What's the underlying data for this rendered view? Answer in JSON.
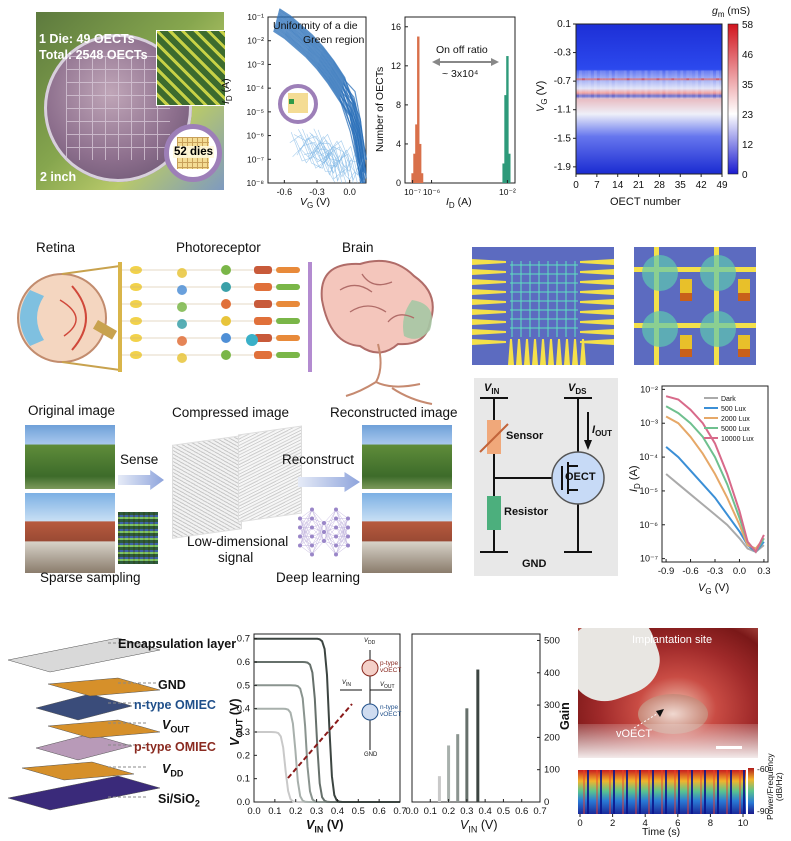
{
  "panel_a": {
    "wafer": {
      "line1": "1 Die: 49 OECTs",
      "line2": "Total: 2548 OECTs",
      "size": "2 inch",
      "dies": "52 dies"
    },
    "transfer": {
      "title1": "Uniformity of a die",
      "title2": "Green region",
      "xlabel": "V",
      "xsub": "G",
      "xunit": " (V)",
      "ylabel": "I",
      "ysub": "D",
      "yunit": " (A)",
      "xticks": [
        "-0.6",
        "-0.3",
        "0.0"
      ],
      "yticks": [
        "10⁻¹",
        "10⁻²",
        "10⁻³",
        "10⁻⁴",
        "10⁻⁵",
        "10⁻⁶",
        "10⁻⁷",
        "10⁻⁸"
      ]
    },
    "histogram": {
      "ylabel": "Number of OECTs",
      "xlabel": "I",
      "xsub": "D",
      "xunit": " (A)",
      "annot1": "On off ratio",
      "annot2": "~ 3x10⁴",
      "xticks": [
        "10⁻⁷",
        "10⁻⁶",
        "10⁻²"
      ],
      "yticks": [
        "0",
        "4",
        "8",
        "12",
        "16"
      ]
    },
    "heatmap": {
      "ylabel": "V",
      "ysub": "G",
      "yunit": " (V)",
      "xlabel": "OECT number",
      "cbar_title": "g",
      "cbar_sub": "m",
      "cbar_unit": " (mS)",
      "xticks": [
        "0",
        "7",
        "14",
        "21",
        "28",
        "35",
        "42",
        "49"
      ],
      "yticks": [
        "0.1",
        "-0.3",
        "-0.7",
        "-1.1",
        "-1.5",
        "-1.9"
      ],
      "cbar_ticks": [
        "58",
        "46",
        "35",
        "23",
        "12",
        "0"
      ]
    }
  },
  "panel_b": {
    "labels": {
      "retina": "Retina",
      "photoreceptor": "Photoreceptor",
      "brain": "Brain",
      "original": "Original image",
      "compressed": "Compressed image",
      "reconstructed": "Reconstructed image",
      "sense": "Sense",
      "reconstruct": "Reconstruct",
      "lowdim1": "Low-dimensional",
      "lowdim2": "signal",
      "sparse": "Sparse sampling",
      "deep": "Deep learning"
    },
    "circuit": {
      "vin": "V",
      "vin_sub": "IN",
      "vds": "V",
      "vds_sub": "DS",
      "iout": "I",
      "iout_sub": "OUT",
      "sensor": "Sensor",
      "oect": "OECT",
      "resistor": "Resistor",
      "gnd": "GND"
    },
    "light": {
      "xlabel": "V",
      "xsub": "G",
      "xunit": " (V)",
      "ylabel": "I",
      "ysub": "D",
      "yunit": " (A)",
      "xticks": [
        "-0.9",
        "-0.6",
        "-0.3",
        "0.0",
        "0.3"
      ],
      "yticks": [
        "10⁻²",
        "10⁻³",
        "10⁻⁴",
        "10⁻⁵",
        "10⁻⁶",
        "10⁻⁷"
      ],
      "legend": [
        "Dark",
        "500 Lux",
        "2000 Lux",
        "5000 Lux",
        "10000 Lux"
      ],
      "colors": [
        "#aaaaaa",
        "#3b8fd6",
        "#e6a868",
        "#6fc08f",
        "#d86a8a"
      ]
    }
  },
  "panel_c": {
    "stack": {
      "encap": "Encapsulation layer",
      "gnd": "GND",
      "ntype": "n-type OMIEC",
      "vout": "V",
      "vout_sub": "OUT",
      "ptype": "p-type OMIEC",
      "vdd": "V",
      "vdd_sub": "DD",
      "substrate": "Si/SiO",
      "substrate_sub": "2"
    },
    "inverter": {
      "ylabel": "V",
      "ysub": "OUT",
      "yunit": " (V)",
      "xlabel": "V",
      "xsub": "IN",
      "xunit": " (V)",
      "xticks": [
        "0.0",
        "0.1",
        "0.2",
        "0.3",
        "0.4",
        "0.5",
        "0.6",
        "0.7"
      ],
      "yticks": [
        "0.0",
        "0.1",
        "0.2",
        "0.3",
        "0.4",
        "0.5",
        "0.6",
        "0.7"
      ],
      "inset": {
        "vdd": "V",
        "vdd_sub": "DD",
        "ptype": "p-type",
        "ptype2": "vOECT",
        "ntype": "n-type",
        "ntype2": "vOECT",
        "vin": "V",
        "vin_sub": "IN",
        "vout": "V",
        "vout_sub": "OUT",
        "gnd": "GND"
      }
    },
    "gain": {
      "ylabel": "Gain",
      "xlabel": "V",
      "xsub": "IN",
      "xunit": " (V)",
      "xticks": [
        "0.0",
        "0.1",
        "0.2",
        "0.3",
        "0.4",
        "0.5",
        "0.6",
        "0.7"
      ],
      "yticks": [
        "0",
        "100",
        "200",
        "300",
        "400",
        "500"
      ]
    },
    "photo": {
      "site": "Implantation site",
      "voect": "vOECT"
    },
    "spectrogram": {
      "xlabel": "Time (s)",
      "xticks": [
        "0",
        "2",
        "4",
        "6",
        "8",
        "10"
      ],
      "cbar_title1": "Power/Frequency",
      "cbar_title2": "(dB/Hz)",
      "cbar_ticks": [
        "-60",
        "-90"
      ]
    }
  },
  "chart_data": [
    {
      "type": "line",
      "id": "transfer-die",
      "x": [
        -0.7,
        -0.6,
        -0.5,
        -0.4,
        -0.3,
        -0.2,
        -0.1,
        0.0,
        0.05,
        0.1
      ],
      "series": [
        {
          "values_log10": [
            -1.1,
            -1.4,
            -1.8,
            -2.2,
            -2.7,
            -3.3,
            -4.0,
            -5.0,
            -6.0,
            -7.8
          ]
        }
      ],
      "xlim": [
        -0.75,
        0.15
      ],
      "ylim_log10": [
        -8,
        -1
      ]
    },
    {
      "type": "bar",
      "id": "onoff-histogram",
      "x_log10": [
        -7.0,
        -6.9,
        -6.8,
        -6.7,
        -6.6,
        -6.5,
        -2.2,
        -2.1,
        -2.0,
        -1.9
      ],
      "series": [
        {
          "name": "off",
          "values": [
            1,
            3,
            6,
            15,
            4,
            1,
            0,
            0,
            0,
            0
          ]
        },
        {
          "name": "on",
          "values": [
            0,
            0,
            0,
            0,
            0,
            0,
            2,
            9,
            13,
            3
          ]
        }
      ],
      "ylim": [
        0,
        17
      ]
    },
    {
      "type": "heatmap",
      "id": "gm-map",
      "xlim": [
        0,
        49
      ],
      "ylim": [
        -2.0,
        0.1
      ],
      "zlim": [
        0,
        58
      ],
      "peak_vg": -0.7
    },
    {
      "type": "line",
      "id": "light-response",
      "x": [
        -0.9,
        -0.75,
        -0.6,
        -0.45,
        -0.3,
        -0.15,
        0.0,
        0.1,
        0.2,
        0.3
      ],
      "series": [
        {
          "name": "Dark",
          "values_log10": [
            -4.5,
            -4.8,
            -5.1,
            -5.4,
            -5.7,
            -6.0,
            -6.4,
            -6.7,
            -6.8,
            -6.6
          ]
        },
        {
          "name": "500 Lux",
          "values_log10": [
            -3.7,
            -4.0,
            -4.4,
            -4.8,
            -5.2,
            -5.7,
            -6.2,
            -6.6,
            -6.8,
            -6.5
          ]
        },
        {
          "name": "2000 Lux",
          "values_log10": [
            -2.8,
            -3.0,
            -3.4,
            -3.9,
            -4.5,
            -5.2,
            -6.0,
            -6.6,
            -6.7,
            -6.4
          ]
        },
        {
          "name": "5000 Lux",
          "values_log10": [
            -2.5,
            -2.7,
            -3.0,
            -3.4,
            -4.0,
            -4.8,
            -5.8,
            -6.5,
            -6.8,
            -6.4
          ]
        },
        {
          "name": "10000 Lux",
          "values_log10": [
            -2.2,
            -2.3,
            -2.6,
            -3.0,
            -3.6,
            -4.5,
            -5.6,
            -6.5,
            -6.8,
            -6.3
          ]
        }
      ],
      "xlim": [
        -0.95,
        0.35
      ],
      "ylim_log10": [
        -7.1,
        -1.9
      ]
    },
    {
      "type": "line",
      "id": "inverter-vtc",
      "x_label": "VIN (V)",
      "series": [
        {
          "vdd": 0.3,
          "vm": 0.15
        },
        {
          "vdd": 0.4,
          "vm": 0.2
        },
        {
          "vdd": 0.5,
          "vm": 0.25
        },
        {
          "vdd": 0.6,
          "vm": 0.3
        },
        {
          "vdd": 0.7,
          "vm": 0.36
        }
      ],
      "xlim": [
        0,
        0.7
      ],
      "ylim": [
        0,
        0.72
      ]
    },
    {
      "type": "bar",
      "id": "inverter-gain",
      "x": [
        0.15,
        0.2,
        0.25,
        0.3,
        0.36
      ],
      "values": [
        80,
        175,
        210,
        290,
        410
      ],
      "xlim": [
        0,
        0.7
      ],
      "ylim": [
        0,
        520
      ]
    }
  ]
}
